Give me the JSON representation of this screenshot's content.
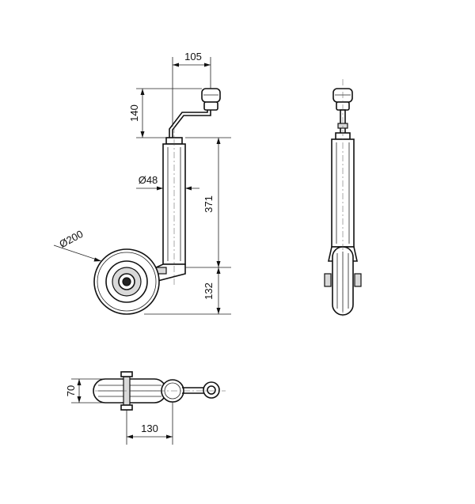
{
  "dimensions": {
    "handle_offset": "105",
    "handle_height": "140",
    "tube_diameter": "Ø48",
    "tube_length": "371",
    "wheel_diameter": "Ø200",
    "wheel_height": "132",
    "top_view_height": "70",
    "top_view_width": "130"
  }
}
